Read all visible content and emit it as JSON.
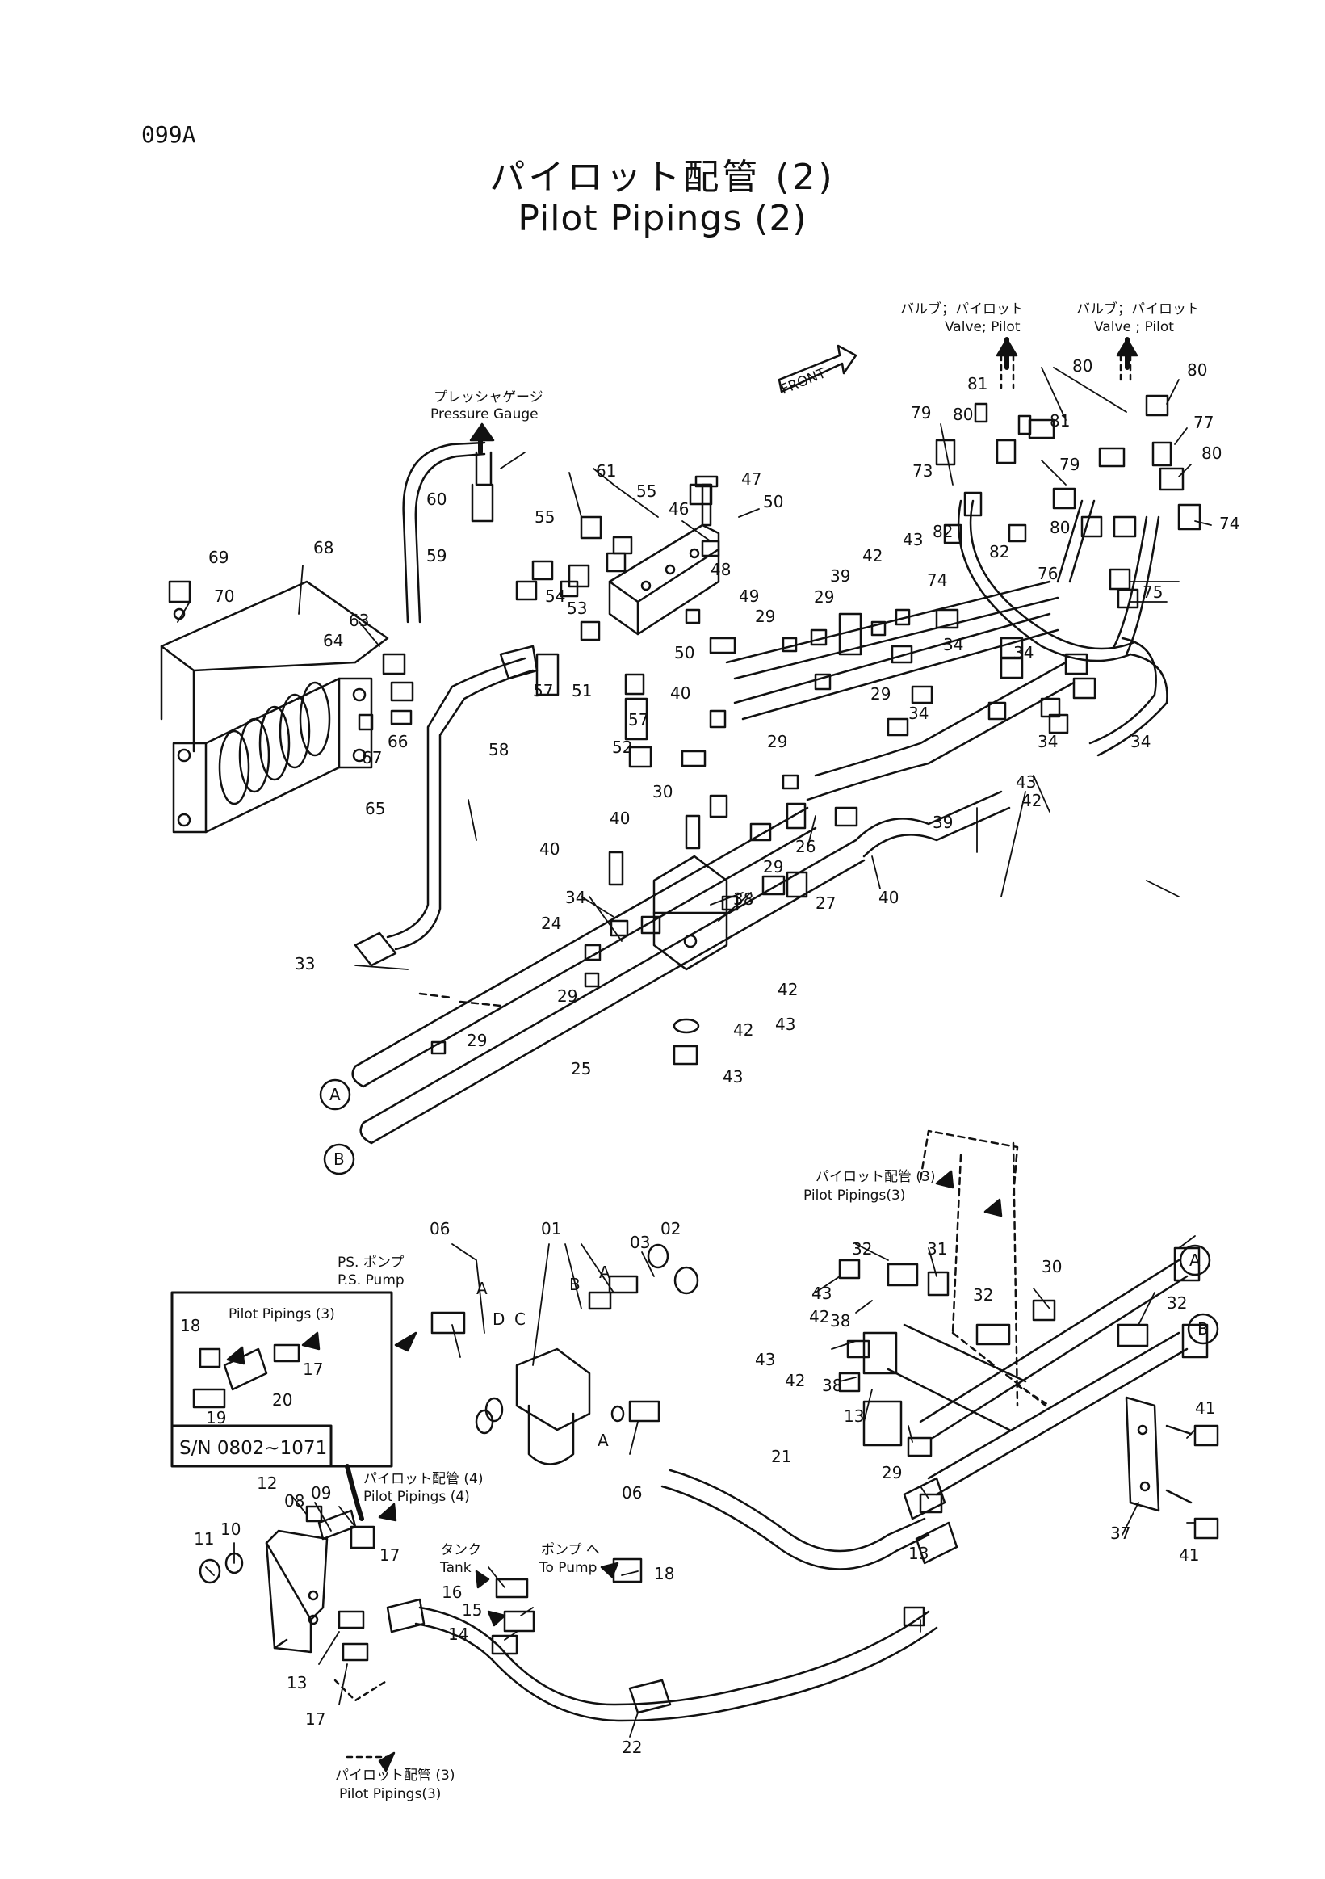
{
  "page_code": "099A",
  "title_ja": "パイロット配管 (2)",
  "title_en": "Pilot Pipings (2)",
  "front_label": "FRONT",
  "serial_box_label": "S/N 0802~1071",
  "labels": {
    "pressure_gauge_ja": "プレッシャゲージ",
    "pressure_gauge_en": "Pressure Gauge",
    "valve_pilot_1_ja": "バルブ；パイロット",
    "valve_pilot_1_en": "Valve; Pilot",
    "valve_pilot_2_ja": "バルブ；パイロット",
    "valve_pilot_2_en": "Valve ; Pilot",
    "pilot3_upper_ja": "パイロット配管 (3)",
    "pilot3_upper_en": "Pilot Pipings(3)",
    "ps_pump_ja": "PS. ポンプ",
    "ps_pump_en": "P.S. Pump",
    "inset_pilot3_en": "Pilot Pipings (3)",
    "pilot4_ja": "パイロット配管 (4)",
    "pilot4_en": "Pilot Pipings (4)",
    "tank_ja": "タンク",
    "tank_en": "Tank",
    "to_pump_ja": "ポンプ へ",
    "to_pump_en": "To Pump",
    "pilot3_lower_ja": "パイロット配管 (3)",
    "pilot3_lower_en": "Pilot Pipings(3)"
  },
  "callouts_top": [
    {
      "id": "p81",
      "text": "81"
    },
    {
      "id": "p80a",
      "text": "80"
    },
    {
      "id": "p79a",
      "text": "79"
    },
    {
      "id": "p80b",
      "text": "80"
    },
    {
      "id": "p81b",
      "text": "81"
    },
    {
      "id": "p79b",
      "text": "79"
    },
    {
      "id": "p73",
      "text": "73"
    },
    {
      "id": "p82a",
      "text": "82"
    },
    {
      "id": "p82b",
      "text": "82"
    },
    {
      "id": "p80c",
      "text": "80"
    },
    {
      "id": "p80d",
      "text": "80"
    },
    {
      "id": "p77",
      "text": "77"
    },
    {
      "id": "p80e",
      "text": "80"
    },
    {
      "id": "p74a",
      "text": "74"
    },
    {
      "id": "p76",
      "text": "76"
    },
    {
      "id": "p75",
      "text": "75"
    },
    {
      "id": "p74b",
      "text": "74"
    },
    {
      "id": "p42a",
      "text": "42"
    },
    {
      "id": "p43a",
      "text": "43"
    },
    {
      "id": "p39a",
      "text": "39"
    },
    {
      "id": "p34a",
      "text": "34"
    },
    {
      "id": "p34b",
      "text": "34"
    },
    {
      "id": "p34c",
      "text": "34"
    },
    {
      "id": "p34d",
      "text": "34"
    },
    {
      "id": "p29a",
      "text": "29"
    },
    {
      "id": "p29b",
      "text": "29"
    },
    {
      "id": "p29c",
      "text": "29"
    },
    {
      "id": "p61",
      "text": "61"
    },
    {
      "id": "p47",
      "text": "47"
    },
    {
      "id": "p60",
      "text": "60"
    },
    {
      "id": "p55a",
      "text": "55"
    },
    {
      "id": "p46",
      "text": "46"
    },
    {
      "id": "p50a",
      "text": "50"
    },
    {
      "id": "p55b",
      "text": "55"
    },
    {
      "id": "p59",
      "text": "59"
    },
    {
      "id": "p48",
      "text": "48"
    },
    {
      "id": "p49",
      "text": "49"
    },
    {
      "id": "p54",
      "text": "54"
    },
    {
      "id": "p53",
      "text": "53"
    },
    {
      "id": "p69",
      "text": "69"
    },
    {
      "id": "p68",
      "text": "68"
    },
    {
      "id": "p70",
      "text": "70"
    },
    {
      "id": "p63",
      "text": "63"
    },
    {
      "id": "p64",
      "text": "64"
    },
    {
      "id": "p50b",
      "text": "50"
    },
    {
      "id": "p51",
      "text": "51"
    },
    {
      "id": "p57a",
      "text": "57"
    },
    {
      "id": "p40a",
      "text": "40"
    },
    {
      "id": "p66",
      "text": "66"
    },
    {
      "id": "p67",
      "text": "67"
    },
    {
      "id": "p57b",
      "text": "57"
    },
    {
      "id": "p58",
      "text": "58"
    },
    {
      "id": "p52",
      "text": "52"
    },
    {
      "id": "p29d",
      "text": "29"
    },
    {
      "id": "p65",
      "text": "65"
    },
    {
      "id": "p30a",
      "text": "30"
    },
    {
      "id": "p40b",
      "text": "40"
    },
    {
      "id": "p40c",
      "text": "40"
    },
    {
      "id": "p26",
      "text": "26"
    },
    {
      "id": "p39b",
      "text": "39"
    },
    {
      "id": "p42b",
      "text": "42"
    },
    {
      "id": "p43b",
      "text": "43"
    },
    {
      "id": "p34e",
      "text": "34"
    },
    {
      "id": "p40d",
      "text": "40"
    },
    {
      "id": "p29e",
      "text": "29"
    },
    {
      "id": "p34f",
      "text": "34"
    },
    {
      "id": "p38a",
      "text": "38"
    },
    {
      "id": "p27",
      "text": "27"
    },
    {
      "id": "p24",
      "text": "24"
    },
    {
      "id": "p33",
      "text": "33"
    },
    {
      "id": "p29f",
      "text": "29"
    },
    {
      "id": "p42c",
      "text": "42"
    },
    {
      "id": "p43c",
      "text": "43"
    },
    {
      "id": "p42d",
      "text": "42"
    },
    {
      "id": "p29g",
      "text": "29"
    },
    {
      "id": "p25",
      "text": "25"
    },
    {
      "id": "p43d",
      "text": "43"
    }
  ],
  "callouts_bottom": [
    {
      "id": "q06a",
      "text": "06"
    },
    {
      "id": "q01",
      "text": "01"
    },
    {
      "id": "q03",
      "text": "03"
    },
    {
      "id": "q02",
      "text": "02"
    },
    {
      "id": "q32a",
      "text": "32"
    },
    {
      "id": "q31",
      "text": "31"
    },
    {
      "id": "q43a",
      "text": "43"
    },
    {
      "id": "q30",
      "text": "30"
    },
    {
      "id": "q32b",
      "text": "32"
    },
    {
      "id": "q42a",
      "text": "42"
    },
    {
      "id": "q38a",
      "text": "38"
    },
    {
      "id": "q32c",
      "text": "32"
    },
    {
      "id": "q43b",
      "text": "43"
    },
    {
      "id": "q42b",
      "text": "42"
    },
    {
      "id": "q38b",
      "text": "38"
    },
    {
      "id": "q13a",
      "text": "13"
    },
    {
      "id": "q41a",
      "text": "41"
    },
    {
      "id": "q29",
      "text": "29"
    },
    {
      "id": "q21",
      "text": "21"
    },
    {
      "id": "q06b",
      "text": "06"
    },
    {
      "id": "q37",
      "text": "37"
    },
    {
      "id": "q41b",
      "text": "41"
    },
    {
      "id": "q13b",
      "text": "13"
    },
    {
      "id": "q18a",
      "text": "18"
    },
    {
      "id": "q17a",
      "text": "17"
    },
    {
      "id": "q20",
      "text": "20"
    },
    {
      "id": "q19",
      "text": "19"
    },
    {
      "id": "q12",
      "text": "12"
    },
    {
      "id": "q09",
      "text": "09"
    },
    {
      "id": "q08",
      "text": "08"
    },
    {
      "id": "q17b",
      "text": "17"
    },
    {
      "id": "q10",
      "text": "10"
    },
    {
      "id": "q11",
      "text": "11"
    },
    {
      "id": "q16",
      "text": "16"
    },
    {
      "id": "q15",
      "text": "15"
    },
    {
      "id": "q14",
      "text": "14"
    },
    {
      "id": "q18b",
      "text": "18"
    },
    {
      "id": "q13c",
      "text": "13"
    },
    {
      "id": "q17c",
      "text": "17"
    },
    {
      "id": "q22",
      "text": "22"
    }
  ],
  "letters": {
    "circle_a_top": "A",
    "circle_b_top": "B",
    "circle_a_bottom": "A",
    "circle_b_bottom": "B",
    "a1": "A",
    "d": "D",
    "c": "C",
    "b": "B",
    "a2": "A",
    "a3": "A"
  }
}
